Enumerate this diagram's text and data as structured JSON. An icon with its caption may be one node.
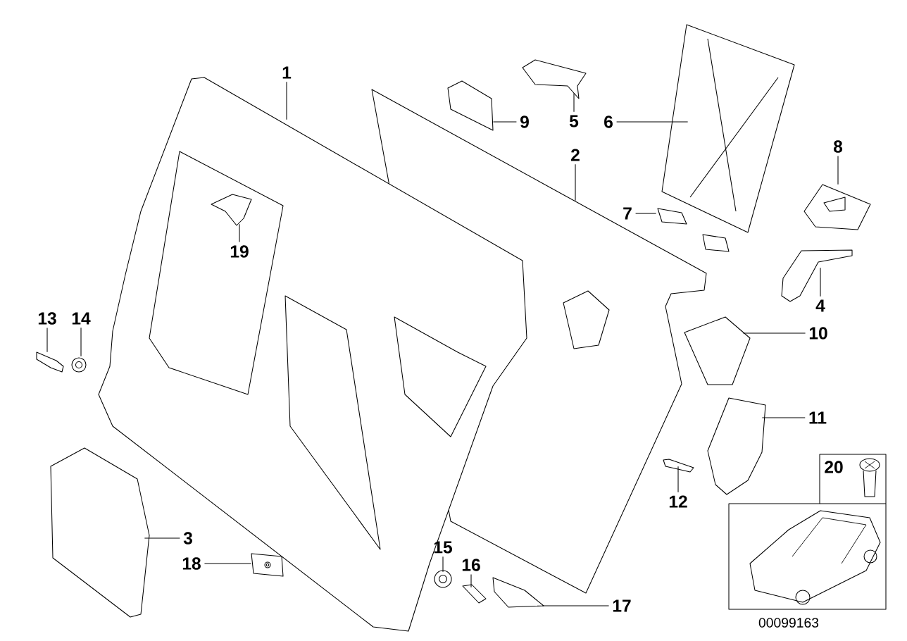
{
  "diagram": {
    "nodes": [
      {
        "text": [
          "1"
        ]
      },
      {
        "text": [
          "2"
        ]
      },
      {
        "text": [
          "3"
        ]
      },
      {
        "text": [
          "4"
        ]
      },
      {
        "text": [
          "5"
        ]
      },
      {
        "text": [
          "6"
        ]
      },
      {
        "text": [
          "7"
        ]
      },
      {
        "text": [
          "8"
        ]
      },
      {
        "text": [
          "9"
        ]
      },
      {
        "text": [
          "10"
        ]
      },
      {
        "text": [
          "11"
        ]
      },
      {
        "text": [
          "12"
        ]
      },
      {
        "text": [
          "13"
        ]
      },
      {
        "text": [
          "14"
        ]
      },
      {
        "text": [
          "15"
        ]
      },
      {
        "text": [
          "16"
        ]
      },
      {
        "text": [
          "17"
        ]
      },
      {
        "text": [
          "18"
        ]
      },
      {
        "text": [
          "19"
        ],
        "in": 19
      },
      {
        "text": [],
        "shape": "picture"
      },
      {
        "text": [],
        "shape": "picture"
      },
      {
        "text": [],
        "shape": "picture"
      },
      {
        "text": [],
        "shape": "picture"
      },
      {
        "text": [],
        "shape": "picture"
      },
      {
        "text": [],
        "shape": "picture"
      },
      {
        "text": [],
        "shape": "picture"
      },
      {
        "text": [],
        "shape": "picture"
      },
      {
        "text": [],
        "shape": "picture"
      },
      {
        "text": [],
        "shape": "picture"
      },
      {
        "text": [],
        "shape": "picture"
      },
      {
        "text": [],
        "shape": "picture"
      },
      {
        "text": [],
        "shape": "picture"
      },
      {
        "text": [],
        "shape": "picture"
      },
      {
        "text": [],
        "shape": "picture"
      },
      {
        "text": [],
        "shape": "picture"
      },
      {
        "text": [],
        "shape": "picture"
      },
      {
        "text": [],
        "shape": "picture"
      },
      {
        "text": [],
        "shape": "picture",
        "in": 19
      }
    ],
    "edges": [
      {
        "from": 0,
        "to": 19,
        "arrow": "none"
      },
      {
        "from": 1,
        "to": 20,
        "arrow": "none"
      },
      {
        "from": 2,
        "to": 21,
        "arrow": "none"
      },
      {
        "from": 3,
        "to": 22,
        "arrow": "none"
      },
      {
        "from": 4,
        "to": 23,
        "arrow": "none"
      },
      {
        "from": 5,
        "to": 24,
        "arrow": "none"
      },
      {
        "from": 6,
        "to": 25,
        "arrow": "none"
      },
      {
        "from": 7,
        "to": 26,
        "arrow": "none"
      },
      {
        "from": 8,
        "to": 27,
        "arrow": "none"
      },
      {
        "from": 9,
        "to": 28,
        "arrow": "none"
      },
      {
        "from": 10,
        "to": 29,
        "arrow": "none"
      },
      {
        "from": 11,
        "to": 30,
        "arrow": "none"
      },
      {
        "from": 12,
        "to": 31,
        "arrow": "none"
      },
      {
        "from": 13,
        "to": 32,
        "arrow": "none"
      },
      {
        "from": 14,
        "to": 33,
        "arrow": "none"
      },
      {
        "from": 15,
        "to": 34,
        "arrow": "none"
      },
      {
        "from": 16,
        "to": 35,
        "arrow": "none"
      },
      {
        "from": 17,
        "to": 36,
        "arrow": "none"
      },
      {
        "from": 18,
        "to": 37,
        "arrow": "none"
      }
    ],
    "labels": [
      "20",
      "00099163"
    ]
  }
}
